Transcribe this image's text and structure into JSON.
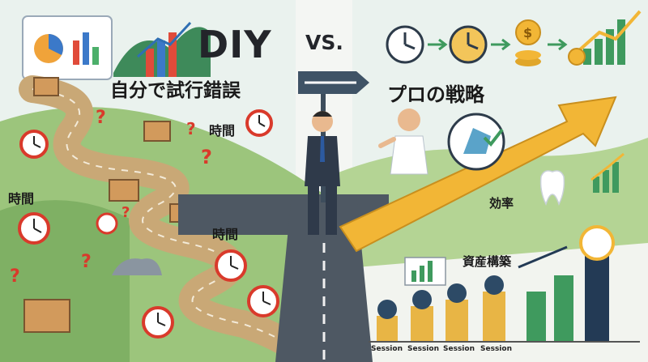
{
  "diy": {
    "title": "DIY",
    "subtitle": "自分で試行錯誤",
    "time_labels": [
      "時間",
      "時間",
      "時間"
    ]
  },
  "vs_label": "VS.",
  "pro": {
    "title": "プロの戦略",
    "efficiency_label": "効率",
    "asset_label": "資産構築"
  },
  "session_labels": [
    "Session",
    "Session",
    "Session",
    "Session"
  ],
  "colors": {
    "sky": "#e9f1ee",
    "hill_left": "#8fbf72",
    "hill_right": "#a6cd86",
    "road_dirt": "#c6a577",
    "road_asphalt": "#4e5863",
    "arrow_gold": "#f2b636",
    "question_red": "#d93a2b",
    "bar_green": "#3f9a5e",
    "bar_navy": "#233a55"
  }
}
